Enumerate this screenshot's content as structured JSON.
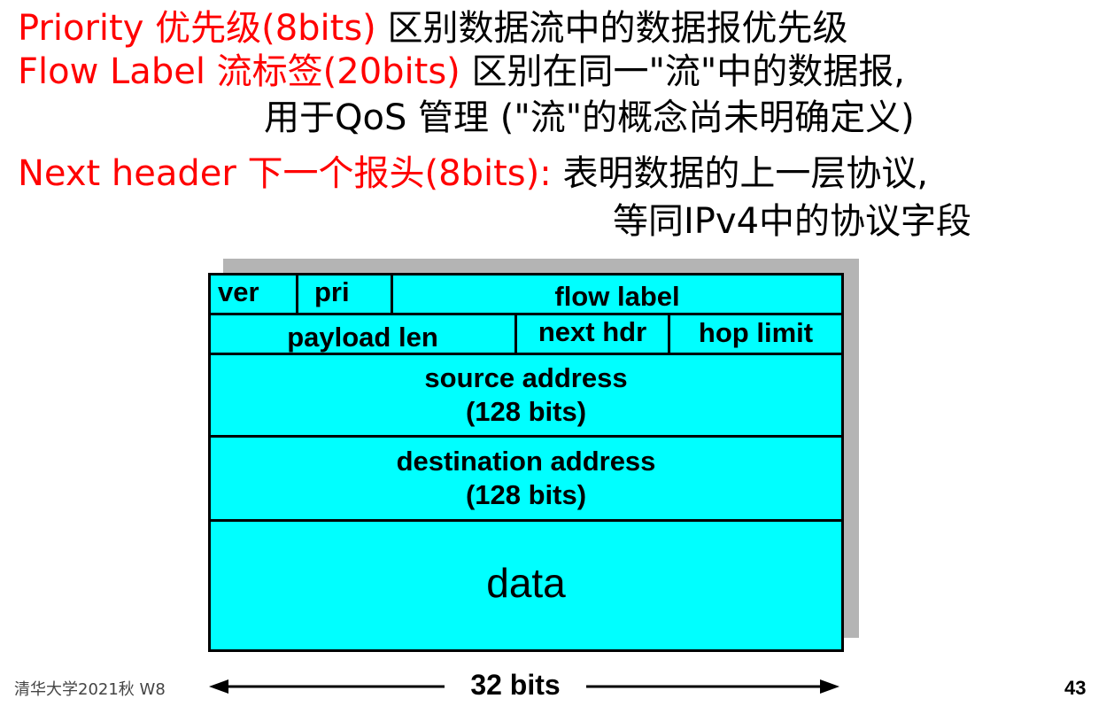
{
  "explanation": {
    "line1": {
      "field_name": "Priority",
      "field_cn": "优先级(8bits)",
      "desc": "区别数据流中的数据报优先级"
    },
    "line2": {
      "field_name": "Flow Label",
      "field_cn": "流标签(20bits)",
      "desc": "区别在同一\"流\"中的数据报,"
    },
    "line3": {
      "desc": "用于QoS 管理 (\"流\"的概念尚未明确定义)"
    },
    "line4": {
      "field_name": "Next header",
      "field_cn": "下一个报头(8bits):",
      "desc": "表明数据的上一层协议,"
    },
    "line5": {
      "desc": "等同IPv4中的协议字段"
    }
  },
  "header_diagram": {
    "row1": {
      "ver": "ver",
      "pri": "pri",
      "flow_label": "flow label"
    },
    "row2": {
      "payload_len": "payload len",
      "next_hdr": "next hdr",
      "hop_limit": "hop limit"
    },
    "source": {
      "label": "source address",
      "size": "(128 bits)"
    },
    "destination": {
      "label": "destination address",
      "size": "(128 bits)"
    },
    "data": "data",
    "width_label": "32 bits"
  },
  "footer": {
    "text": "清华大学2021秋 W8",
    "page_number": "43"
  },
  "colors": {
    "highlight_red": "#ff0000",
    "header_fill": "#00ffff",
    "shadow": "#b4b4b4"
  }
}
